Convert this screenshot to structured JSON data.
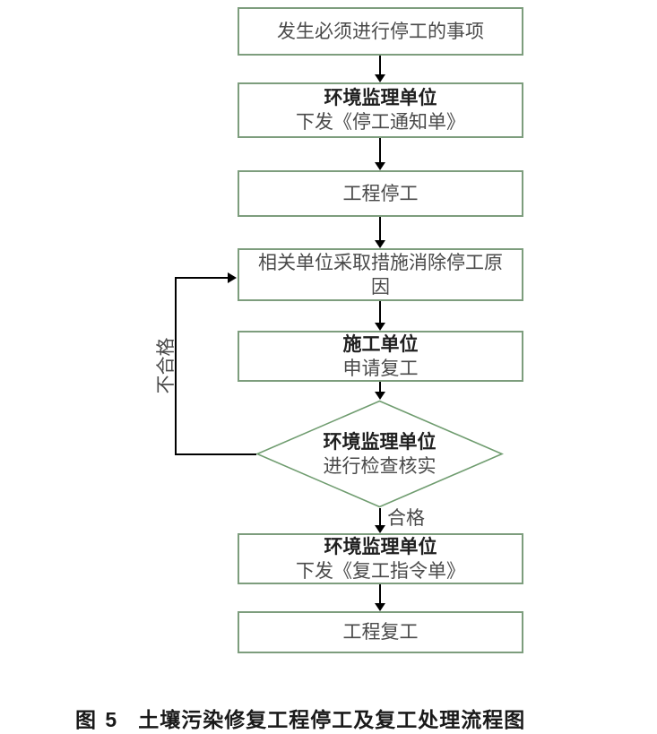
{
  "diagram": {
    "nodes": {
      "event": {
        "text": "发生必须进行停工的事项"
      },
      "issue_stop_notice": {
        "org": "环境监理单位",
        "action": "下发《停工通知单》"
      },
      "project_stop": {
        "text": "工程停工"
      },
      "eliminate_cause": {
        "text": "相关单位采取措施消除停工原因"
      },
      "apply_resume": {
        "org": "施工单位",
        "action": "申请复工"
      },
      "inspect_verify": {
        "org": "环境监理单位",
        "action": "进行检查核实"
      },
      "issue_resume_order": {
        "org": "环境监理单位",
        "action": "下发《复工指令单》"
      },
      "project_resume": {
        "text": "工程复工"
      }
    },
    "edge_labels": {
      "pass": "合格",
      "fail": "不合格"
    },
    "caption": {
      "label": "图 5",
      "title": "土壤污染修复工程停工及复工处理流程图"
    },
    "colors": {
      "box_border": "#7d9d7d",
      "diamond_border": "#6f9c6f",
      "connector": "#000000",
      "text_regular": "#4a4a4a",
      "text_bold": "#1f1f1f"
    }
  }
}
